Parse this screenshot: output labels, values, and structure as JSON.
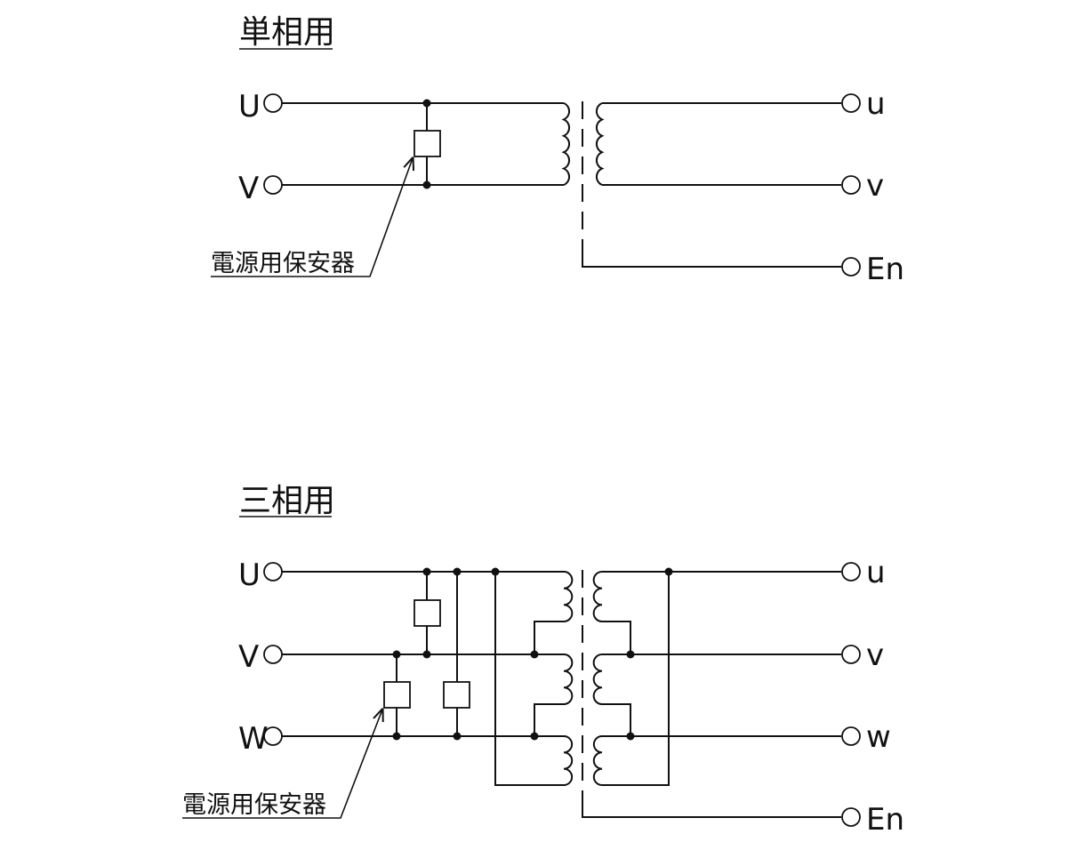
{
  "single_phase": {
    "title": "単相用",
    "primary_terminals": [
      "U",
      "V"
    ],
    "secondary_terminals": [
      "u",
      "v",
      "En"
    ],
    "protector_label": "電源用保安器"
  },
  "three_phase": {
    "title": "三相用",
    "primary_terminals": [
      "U",
      "V",
      "W"
    ],
    "secondary_terminals": [
      "u",
      "v",
      "w",
      "En"
    ],
    "protector_label": "電源用保安器"
  }
}
